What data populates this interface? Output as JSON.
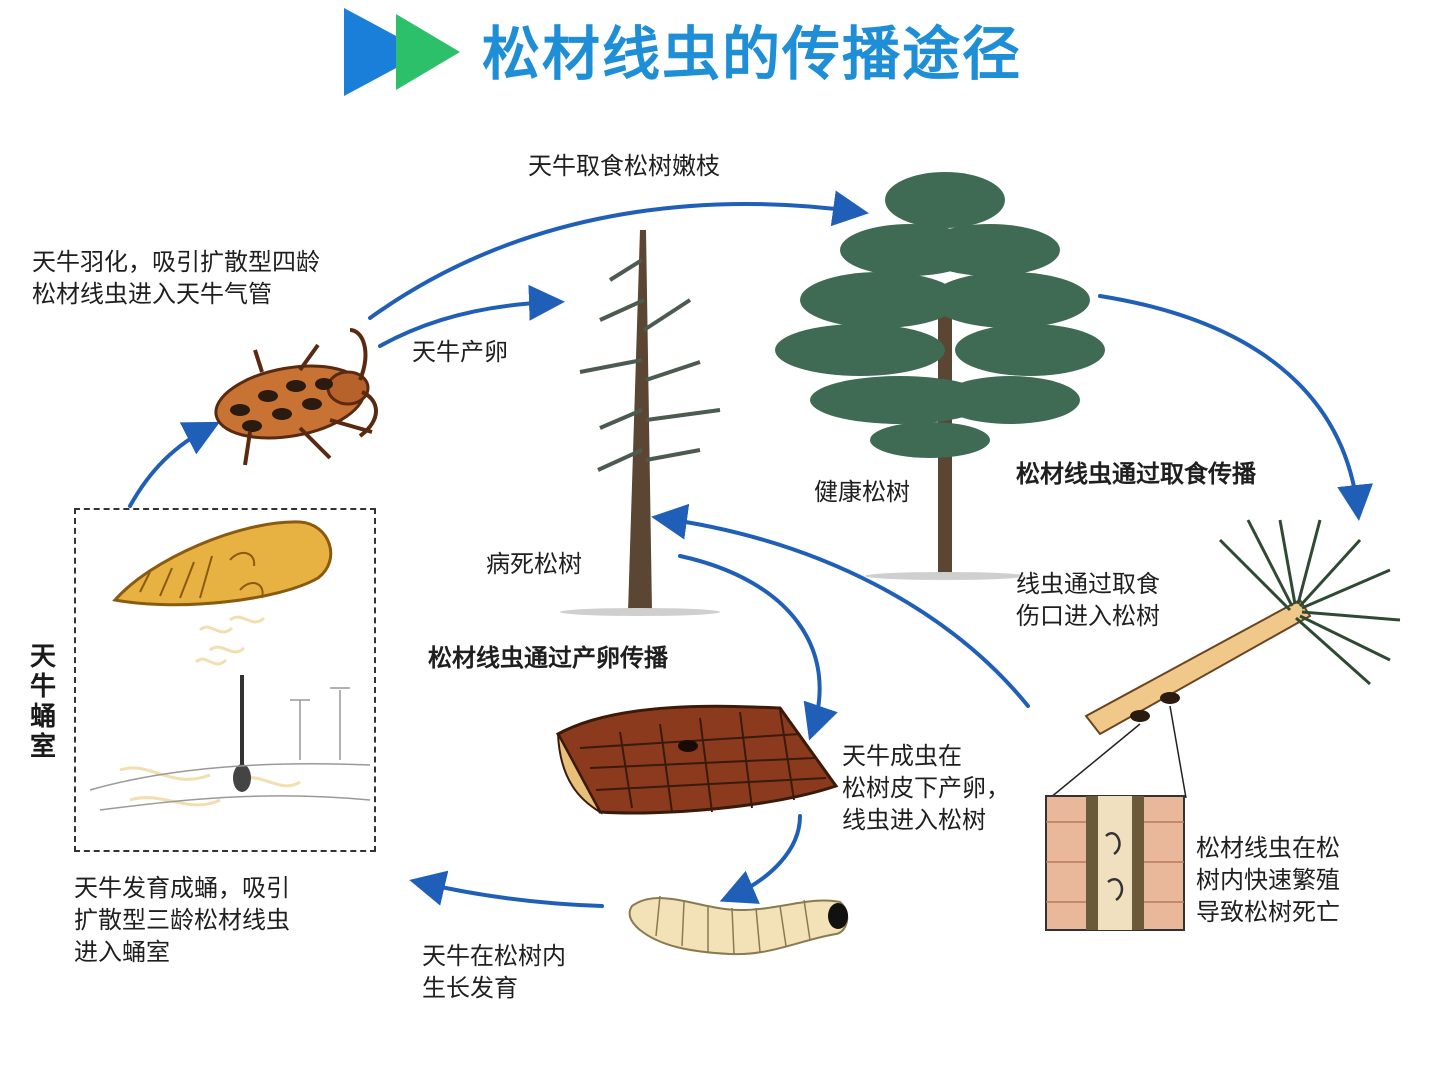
{
  "title": "松材线虫的传播途径",
  "colors": {
    "title": "#1e8fd6",
    "arrow": "#1f5fb8",
    "title_arrow_blue": "#1a7fd9",
    "title_arrow_green": "#2cc06a",
    "tree_foliage": "#3f6b55",
    "bark": "#8b3a1e",
    "beetle": "#c87333",
    "larva": "#f3e2b8"
  },
  "labels": {
    "feed_twigs": "天牛取食松树嫩枝",
    "emerge": "天牛羽化，吸引扩散型四龄\n松材线虫进入天牛气管",
    "lay_eggs": "天牛产卵",
    "healthy_tree": "健康松树",
    "spread_feeding": "松材线虫通过取食传播",
    "wound_entry": "线虫通过取食\n伤口进入松树",
    "dead_tree": "病死松树",
    "spread_eggs": "松材线虫通过产卵传播",
    "pupal_chamber": "天牛蛹室",
    "adult_lays": "天牛成虫在\n松树皮下产卵，\n线虫进入松树",
    "reproduce": "松材线虫在松\n树内快速繁殖\n导致松树死亡",
    "pupate": "天牛发育成蛹，吸引\n扩散型三龄松材线虫\n进入蛹室",
    "grow": "天牛在松树内\n生长发育"
  },
  "icons": [
    "play-arrows-icon",
    "beetle-icon",
    "pupa-icon",
    "dead-pine-icon",
    "healthy-pine-icon",
    "pine-twig-icon",
    "wood-section-icon",
    "bark-log-icon",
    "larva-icon",
    "cycle-arrow-icon"
  ]
}
